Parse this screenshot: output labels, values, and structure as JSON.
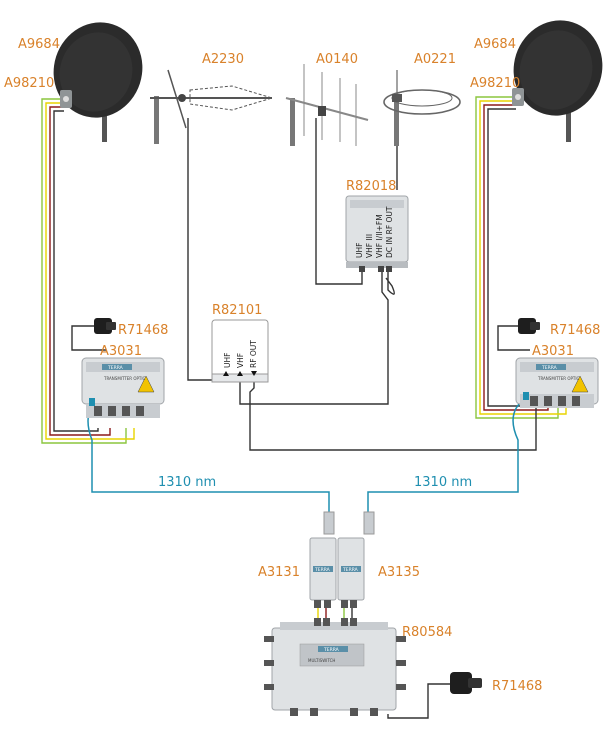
{
  "labels": {
    "dish_left": "A9684",
    "lnb_left": "A98210",
    "antenna_a2230": "A2230",
    "antenna_a0140": "A0140",
    "antenna_a0221": "A0221",
    "dish_right": "A9684",
    "lnb_right": "A98210",
    "amp_r82018": "R82018",
    "amp_r82101": "R82101",
    "psu_left": "R71468",
    "tx_left": "A3031",
    "psu_right": "R71468",
    "tx_right": "A3031",
    "wave_left": "1310 nm",
    "wave_right": "1310 nm",
    "rx_a3131": "A3131",
    "rx_a3135": "A3135",
    "multiswitch": "R80584",
    "psu_bottom": "R71468"
  },
  "r82018_ports": [
    "UHF",
    "VHF III",
    "VHF I/II+FM",
    "DC IN RF OUT"
  ],
  "r82101_ports": [
    "UHF",
    "VHF",
    "RF OUT"
  ],
  "device_text": {
    "tx_brand": "TERRA",
    "tx_caption": "TRANSMITTER OPTIC",
    "rx_brand": "TERRA",
    "ms_brand": "TERRA",
    "ms_caption": "MULTISWITCH"
  },
  "colors": {
    "label": "#d9822b",
    "fiber": "#1f8fb0",
    "coax_green": "#8cc63f",
    "coax_yellow": "#e8d400",
    "coax_red": "#8b1a1a",
    "coax_dark": "#333333",
    "device_housing": "#dfe2e4",
    "dish": "#2b2b2b"
  }
}
